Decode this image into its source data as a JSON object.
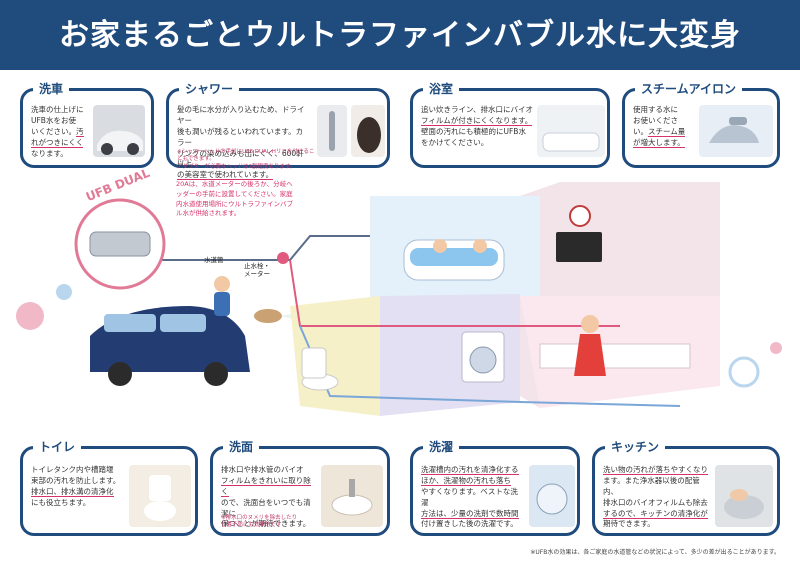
{
  "header": {
    "title": "お家まるごとウルトラファインバブル水に大変身"
  },
  "top_cards": [
    {
      "title": "洗車",
      "lines": [
        "洗車の仕上げに",
        "UFB水をお使",
        "いください。",
        "汚",
        "れがつきにくく",
        "なります。"
      ]
    },
    {
      "title": "シャワー",
      "lines": [
        "髪の毛に水分が入り込むため、ドライヤー",
        "後も潤いが残るといわれています。カラー",
        "リングの染め込みも出にくく、600軒以上",
        "の美容室で使われています。"
      ],
      "note": [
        "※シャワーヘッドの手前にUFB DUAL-Hリヨを付けることもできます。",
        "アダプターが必要なヘッドは2割程度あります。"
      ]
    },
    {
      "title": "浴室",
      "lines": [
        "追い炊きライン、排水口にバイオ",
        "フィルムが付きにくくなります。",
        "壁面の汚れにも積極的にUFB水",
        "をかけてください。"
      ]
    },
    {
      "title": "スチームアイロン",
      "lines": [
        "使用する水に",
        "お使いくださ",
        "い。",
        "スチーム量",
        "が増大します。"
      ]
    }
  ],
  "bottom_cards": [
    {
      "title": "トイレ",
      "lines": [
        "トイレタンク内や槽踏堰",
        "束部の汚れを防止します。",
        "排水口、排水溝の清浄化",
        "にも役立ちます。"
      ]
    },
    {
      "title": "洗面",
      "lines": [
        "排水口や排水管のバイオ",
        "フィルムをきれいに取り除く",
        "ので、洗面台をいつでも清潔に",
        "保つことが期待できます。"
      ],
      "note": [
        "※排水口のヌメリを除去したり",
        "付着予防にも効果的です"
      ]
    },
    {
      "title": "洗濯",
      "lines": [
        "洗濯槽内の汚れを清浄化する",
        "ほか、洗濯物の汚れも落ち",
        "やすくなります。ベストな洗濯",
        "方法は、少量の洗剤で数時間",
        "付け置きした後の洗濯です。"
      ]
    },
    {
      "title": "キッチン",
      "lines": [
        "洗い物の汚れが落ちやすくなり",
        "ます。また浄水器以後の配管内、",
        "排水口のバイオフィルムも除去",
        "するので、キッチンの清浄化が",
        "期待できます。"
      ]
    }
  ],
  "scene": {
    "ufb_label": "UFB DUAL",
    "ufb_desc": "20Aは、水道メーターの後ろか、分岐ヘッダーの手前に設置してください。家庭内水道使用場所にウルトラファインバブル水が供給されます。",
    "water_pipe_label": "水道管",
    "stop_valve_label": "止水栓・",
    "meter_label": "メーター"
  },
  "footnote": "※UFB水の効果は、各ご家庭の水道管などの状況によって、多少の差が出ることがあります。",
  "colors": {
    "navy": "#1f4b7d",
    "pink": "#d6336c",
    "sky": "#cfe3f5"
  }
}
